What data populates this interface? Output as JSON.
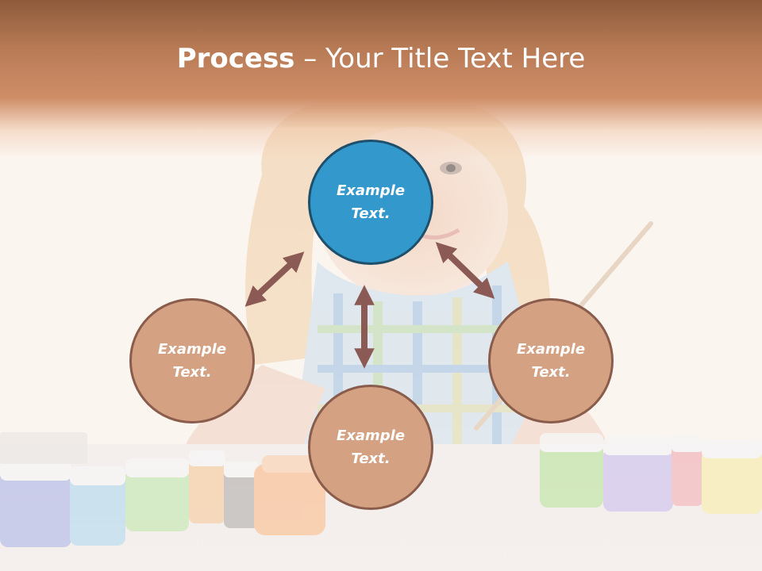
{
  "slide": {
    "title_bold": "Process",
    "title_rest": " – Your Title Text Here"
  },
  "nodes": {
    "top": {
      "line1": "Example",
      "line2": "Text."
    },
    "left": {
      "line1": "Example",
      "line2": "Text."
    },
    "right": {
      "line1": "Example",
      "line2": "Text."
    },
    "bottom": {
      "line1": "Example",
      "line2": "Text."
    }
  },
  "colors": {
    "title_band": "#b77a55",
    "accent_circle": "#3399cc",
    "accent_circle_border": "#1f4f6b",
    "circle_fill": "#d4a183",
    "circle_border": "#8a5c4c",
    "arrow": "#8c5a55"
  },
  "background_image": "girl-with-paint-jars-photo"
}
